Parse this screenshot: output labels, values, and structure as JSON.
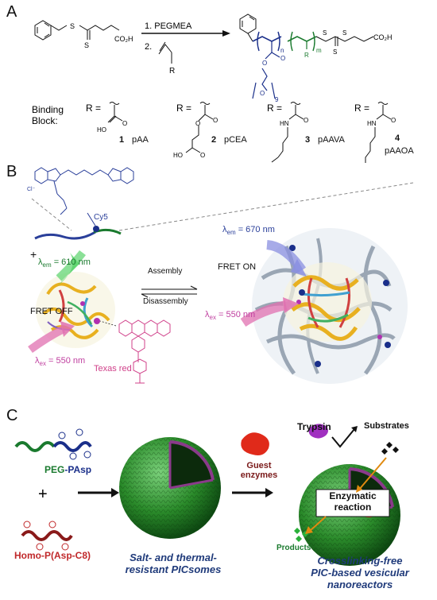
{
  "panel_labels": {
    "a": "A",
    "b": "B",
    "c": "C"
  },
  "panelA": {
    "step1": "1. PEGMEA",
    "step2": "2.",
    "reagent_r": "R",
    "acid_left": "CO₂H",
    "acid_right": "CO₂H",
    "sub_n": "n",
    "sub_m": "m",
    "sub_r": "R",
    "sub_9": "9",
    "binding_label_1": "Binding",
    "binding_label_2": "Block:",
    "r_eq": "R =",
    "blocks": [
      {
        "num": "1",
        "name": "pAA"
      },
      {
        "num": "2",
        "name": "pCEA"
      },
      {
        "num": "3",
        "name": "pAAVA"
      },
      {
        "num": "4",
        "name": "pAAOA"
      }
    ],
    "atoms": {
      "ho": "HO",
      "o": "O",
      "hn": "HN",
      "s": "S",
      "cl": "Cl⁻"
    }
  },
  "panelB": {
    "cy5": "Cy5",
    "plus": "+",
    "lambda_em_left": "λ",
    "lambda_em_left_sub": "em",
    "lambda_em_left_val": "= 610 nm",
    "lambda_ex_left": "λ",
    "lambda_ex_left_sub": "ex",
    "lambda_ex_left_val": "= 550 nm",
    "lambda_em_right": "λ",
    "lambda_em_right_sub": "em",
    "lambda_em_right_val": "= 670 nm",
    "lambda_ex_right": "λ",
    "lambda_ex_right_sub": "ex",
    "lambda_ex_right_val": "= 550 nm",
    "assembly": "Assembly",
    "disassembly": "Disassembly",
    "fret_off": "FRET OFF",
    "fret_on": "FRET ON",
    "texas_red": "Texas red"
  },
  "panelC": {
    "peg_label_1": "PEG",
    "peg_label_sep": "-",
    "peg_label_2": "PAsp",
    "plus": "+",
    "homo_label": "Homo-P(Asp-C8)",
    "guest": "Guest",
    "enzymes": "enzymes",
    "trypsin": "Trypsin",
    "substrates": "Substrates",
    "enzymatic": "Enzymatic",
    "reaction": "reaction",
    "products": "Products",
    "caption1_l1": "Salt- and thermal-",
    "caption1_l2": "resistant PICsomes",
    "caption2_l1": "Crosslinking-free",
    "caption2_l2": "PIC-based vesicular",
    "caption2_l3": "nanoreactors"
  },
  "colors": {
    "peg_green": "#1a7a2e",
    "pasp_blue": "#1a2f8a",
    "homo_red": "#c0282a",
    "texas_pink": "#d0408a",
    "cy5_blue": "#2a3f9a",
    "caption_navy": "#1f3a7a"
  }
}
